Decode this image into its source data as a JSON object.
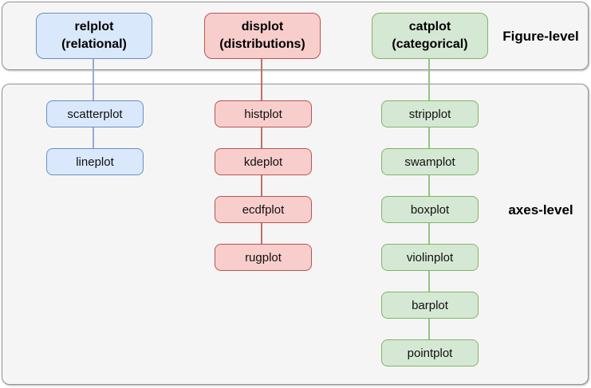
{
  "diagram": {
    "figure_level": {
      "label": "Figure-level",
      "nodes": [
        {
          "name": "relplot",
          "subtitle": "(relational)"
        },
        {
          "name": "displot",
          "subtitle": "(distributions)"
        },
        {
          "name": "catplot",
          "subtitle": "(categorical)"
        }
      ]
    },
    "axes_level": {
      "label": "axes-level",
      "columns": [
        {
          "category": "relational",
          "items": [
            "scatterplot",
            "lineplot"
          ]
        },
        {
          "category": "distributions",
          "items": [
            "histplot",
            "kdeplot",
            "ecdfplot",
            "rugplot"
          ]
        },
        {
          "category": "categorical",
          "items": [
            "stripplot",
            "swamplot",
            "boxplot",
            "violinplot",
            "barplot",
            "pointplot"
          ]
        }
      ]
    },
    "colors": {
      "relational_fill": "#dae8fc",
      "relational_border": "#6c8ebf",
      "distributions_fill": "#f8cecc",
      "distributions_border": "#b85450",
      "categorical_fill": "#d5e8d4",
      "categorical_border": "#82b366",
      "container_fill": "#f5f5f5",
      "container_border": "#939393"
    }
  }
}
